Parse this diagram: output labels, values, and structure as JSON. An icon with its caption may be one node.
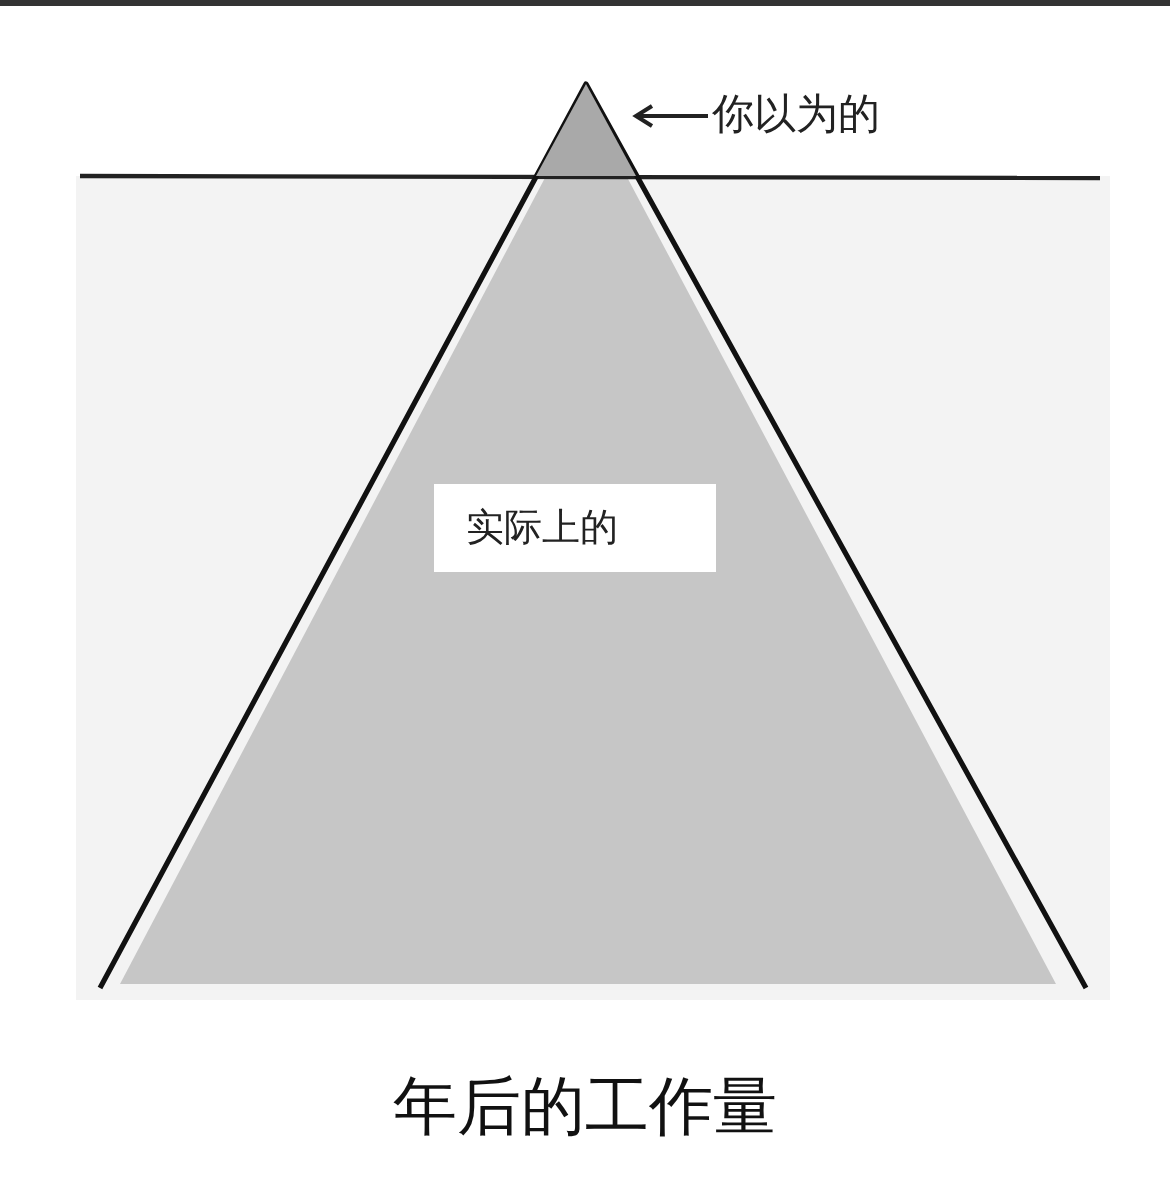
{
  "diagram": {
    "caption": "年后的工作量",
    "nodes": [
      {
        "text": [
          "你以为的"
        ]
      },
      {
        "text": [],
        "shape": "triangle"
      },
      {
        "text": [
          "实际上的"
        ]
      }
    ],
    "edges": [
      {
        "from": 0,
        "to": 1,
        "arrow": "to"
      }
    ]
  }
}
